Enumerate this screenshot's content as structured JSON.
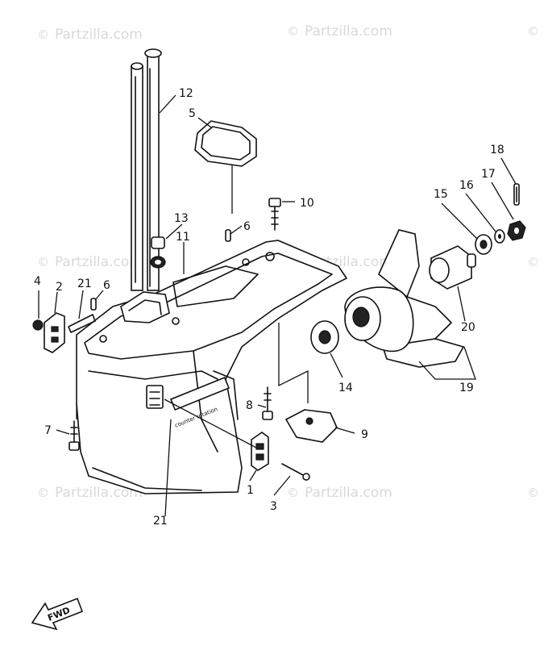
{
  "watermark": {
    "text": "Partzilla.com",
    "symbol": "©"
  },
  "fwd_label": "FWD",
  "decal_text": "counter rotation",
  "callouts": [
    "1",
    "2",
    "3",
    "4",
    "5",
    "6",
    "6",
    "7",
    "8",
    "9",
    "10",
    "11",
    "12",
    "13",
    "14",
    "15",
    "16",
    "17",
    "18",
    "19",
    "20",
    "21",
    "21"
  ]
}
